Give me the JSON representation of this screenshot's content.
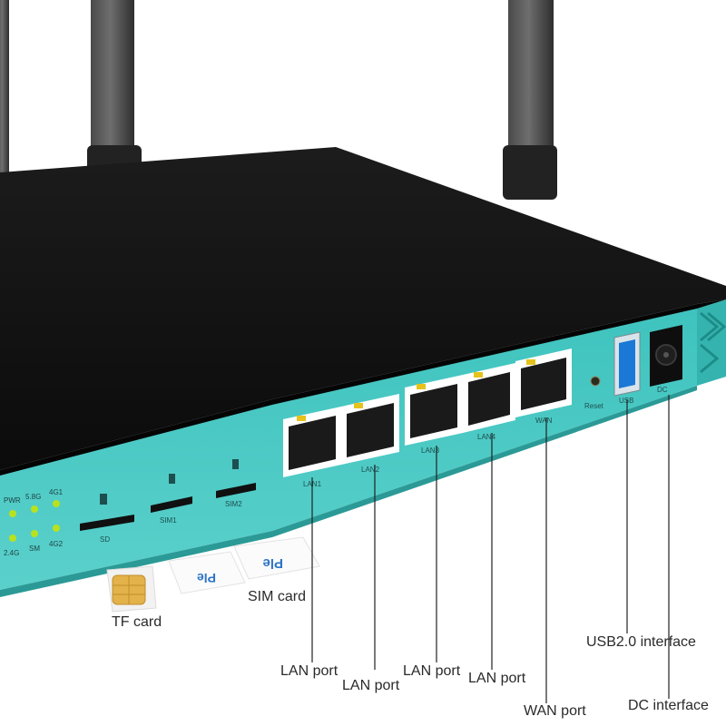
{
  "panel": {
    "led_labels": [
      "PWR",
      "5.8G",
      "4G1",
      "2.4G",
      "SM",
      "4G2"
    ],
    "slots": {
      "sd": "SD",
      "sim1": "SIM1",
      "sim2": "SIM2"
    },
    "ports": {
      "lan1": "LAN1",
      "lan2": "LAN2",
      "lan3": "LAN3",
      "lan4": "LAN4",
      "wan": "WAN"
    },
    "reset": "Reset",
    "usb": "USB",
    "dc": "DC"
  },
  "accessories": {
    "sim_logo": "Ple"
  },
  "callouts": {
    "sim_card": "SIM card",
    "tf_card": "TF card",
    "lan_port_1": "LAN port",
    "lan_port_2": "LAN port",
    "lan_port_3": "LAN port",
    "lan_port_4": "LAN port",
    "wan_port": "WAN port",
    "usb_interface": "USB2.0 interface",
    "dc_interface": "DC interface"
  },
  "colors": {
    "panel": "#46c7c2",
    "body": "#111111",
    "led": "#b8e21d"
  }
}
